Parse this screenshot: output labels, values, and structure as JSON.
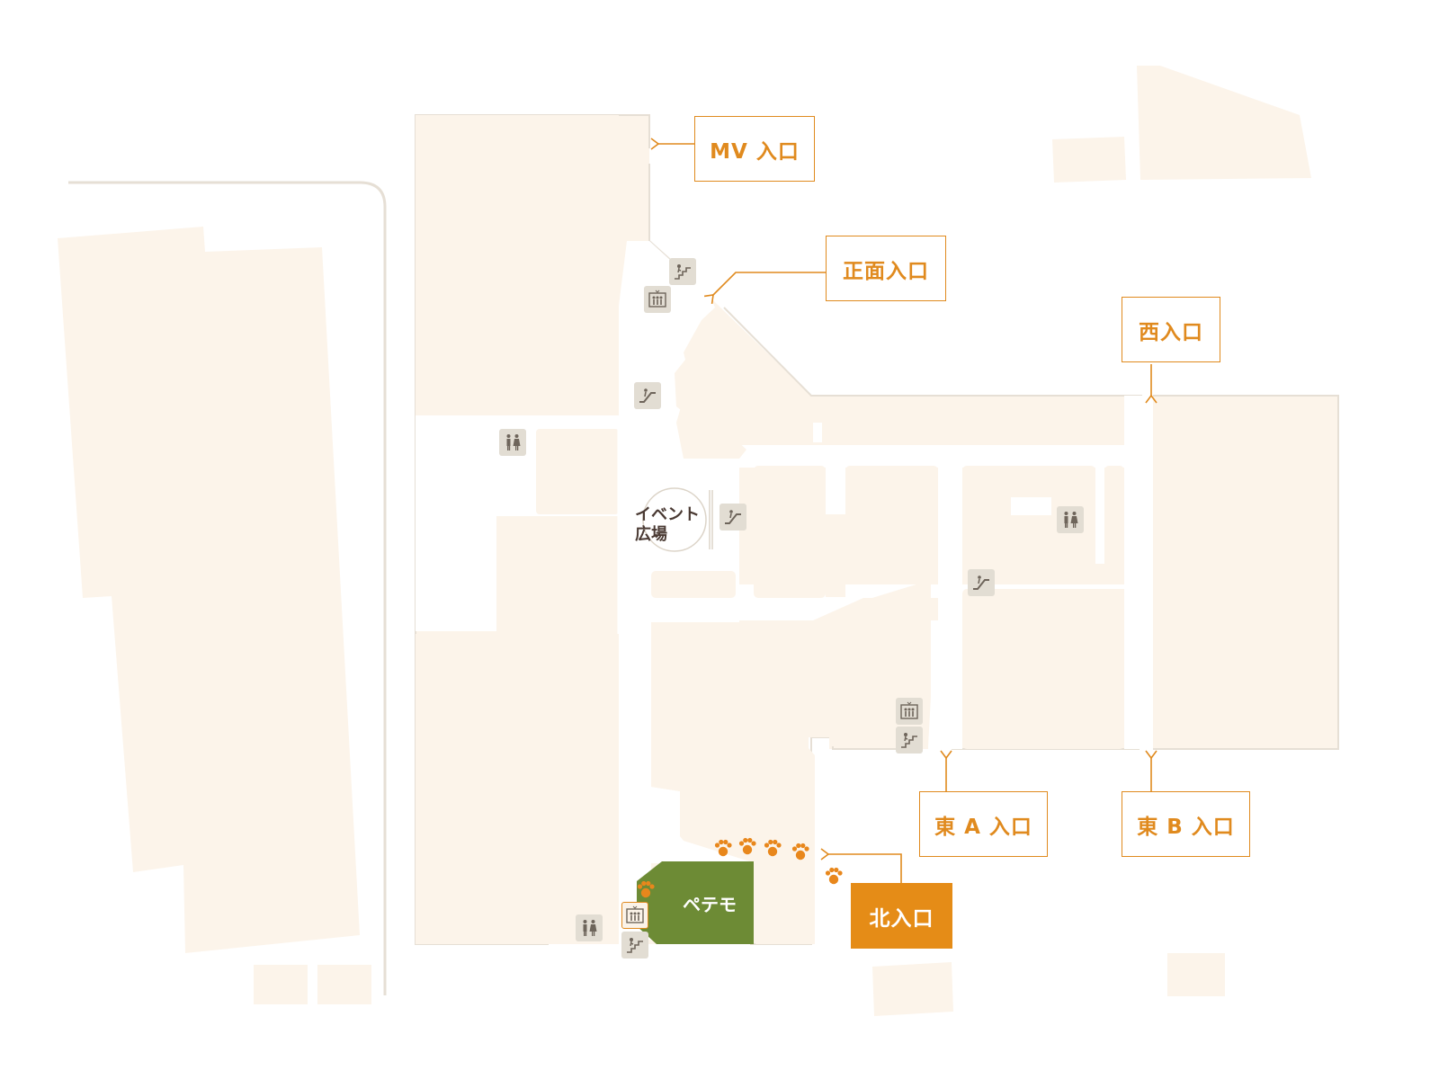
{
  "map": {
    "colors": {
      "floor": "#fcf4ea",
      "outline": "#e6dfd5",
      "accent": "#e08a1e",
      "shop_green": "#6d8b35",
      "icon_bg": "#e2ddd3",
      "icon_fg": "#6e655b"
    },
    "entrances": {
      "mv": "MV 入口",
      "front": "正面入口",
      "west": "西入口",
      "east_a": "東 A 入口",
      "east_b": "東 B 入口",
      "north": "北入口"
    },
    "plaza": {
      "line1": "イベント",
      "line2": "広場"
    },
    "shop": {
      "name": "ペテモ"
    },
    "icons": {
      "restroom": "restroom-icon",
      "elevator": "elevator-icon",
      "stairs": "stairs-icon",
      "escalator": "escalator-icon",
      "paw": "paw-print-icon"
    }
  }
}
